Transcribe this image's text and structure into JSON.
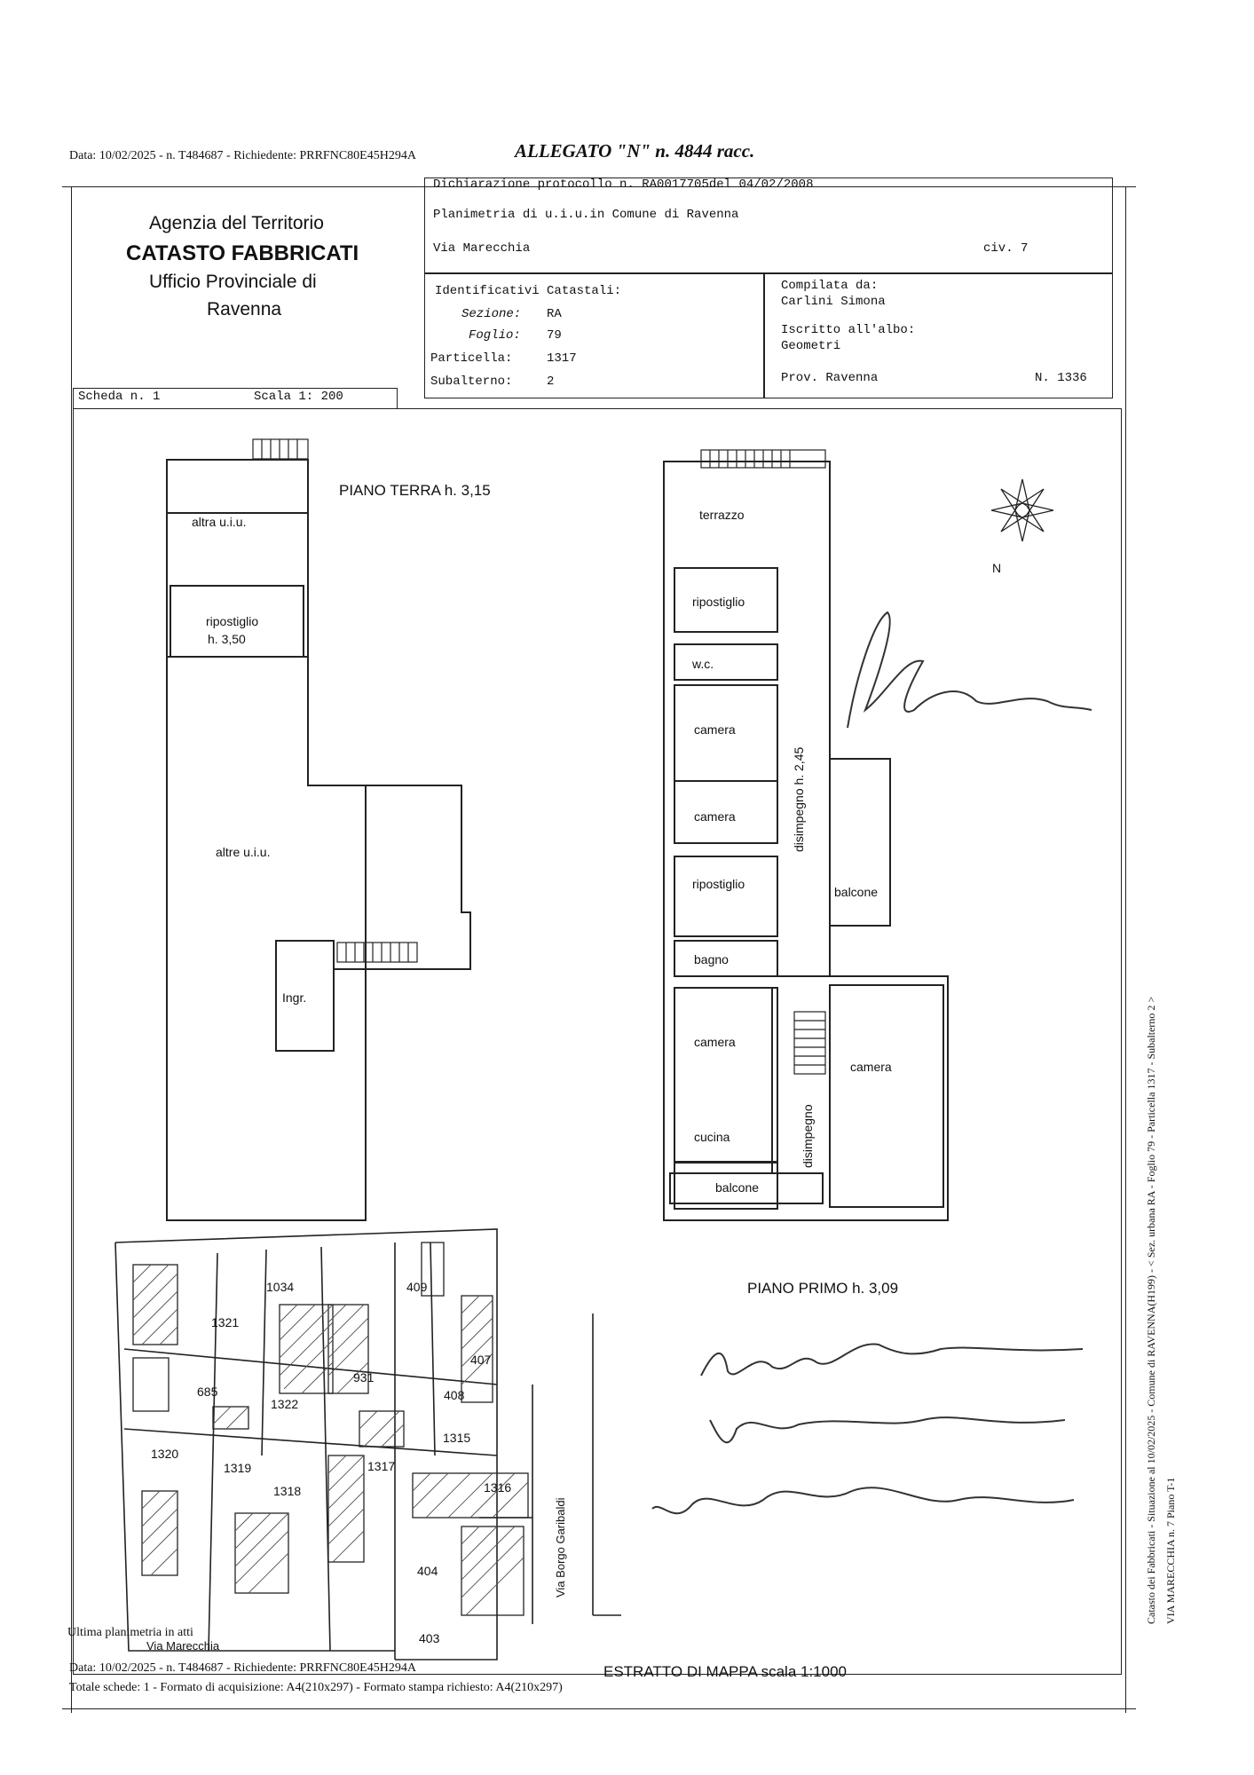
{
  "top_line": "Data: 10/02/2025 - n. T484687 - Richiedente: PRRFNC80E45H294A",
  "top_stamp": "ALLEGATO \"N\" n. 4844 racc.",
  "agency": {
    "line1": "Agenzia del Territorio",
    "line2": "CATASTO FABBRICATI",
    "line3": "Ufficio Provinciale di",
    "line4": "Ravenna"
  },
  "header": {
    "dichiarazione": "Dichiarazione protocollo n. RA0017705del  04/02/2008",
    "planimetria": "Planimetria di u.i.u.in Comune di Ravenna",
    "via": "Via Marecchia",
    "civ": "civ. 7"
  },
  "identificativi": {
    "title": "Identificativi Catastali:",
    "sezione_label": "Sezione:",
    "sezione": "RA",
    "foglio_label": "Foglio:",
    "foglio": "79",
    "particella_label": "Particella:",
    "particella": "1317",
    "subalterno_label": "Subalterno:",
    "subalterno": "2"
  },
  "compilata": {
    "title": "Compilata da:",
    "name": "Carlini Simona",
    "iscritto": "Iscritto all'albo:",
    "albo": "Geometri",
    "prov": "Prov. Ravenna",
    "numero": "N.  1336"
  },
  "scheda": {
    "label": "Scheda n. 1",
    "scala": "Scala 1: 200"
  },
  "ground_floor": {
    "title": "PIANO TERRA h. 3,15",
    "rooms": [
      "altra u.i.u.",
      "ripostiglio",
      "h. 3,50",
      "altre u.i.u.",
      "Ingr."
    ]
  },
  "first_floor": {
    "title": "PIANO PRIMO h. 3,09",
    "rooms": [
      "terrazzo",
      "ripostiglio",
      "w.c.",
      "camera",
      "camera",
      "ripostiglio",
      "bagno",
      "balcone",
      "camera",
      "camera",
      "cucina",
      "balcone"
    ],
    "disimpegno_top": "disimpegno h. 2,45",
    "disimpegno_bottom": "disimpegno"
  },
  "north": "N",
  "map": {
    "title": "ESTRATTO DI MAPPA scala 1:1000",
    "street_v": "Via Borgo Garibaldi",
    "street_h": "Via Marecchia",
    "parcels": [
      "1321",
      "1034",
      "409",
      "407",
      "931",
      "408",
      "685",
      "1322",
      "1315",
      "1320",
      "1319",
      "1318",
      "1317",
      "1316",
      "404",
      "403"
    ]
  },
  "signatures": [
    "Augusto Bartolini",
    "Viviana Cavassa",
    "Maria Paola Bartolini"
  ],
  "side_text_1": "Catasto dei Fabbricati - Situazione al 10/02/2025 - Comune di RAVENNA(H199) - < Sez. urbana RA - Foglio 79 - Particella 1317 - Subalterno 2 >",
  "side_text_2": "VIA MARECCHIA n. 7 Piano T-1",
  "footer": {
    "ultima": "Ultima planimetria in atti",
    "line1": "Data: 10/02/2025 - n. T484687 - Richiedente: PRRFNC80E45H294A",
    "line2": "Totale schede: 1 - Formato di acquisizione: A4(210x297) - Formato stampa richiesto: A4(210x297)"
  }
}
